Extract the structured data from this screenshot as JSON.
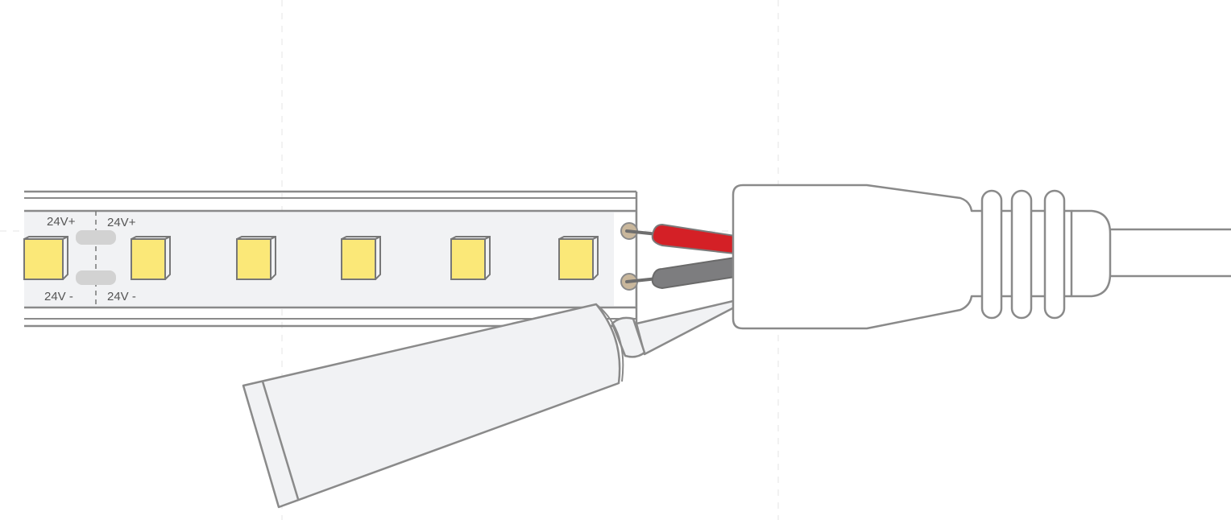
{
  "labels": {
    "left_plus": "24V+",
    "right_plus": "24V+",
    "left_minus": "24V -",
    "right_minus": "24V -"
  },
  "colors": {
    "outline": "#8a8a8a",
    "strip_fill": "#f1f2f4",
    "led_fill": "#fbe878",
    "led_outline": "#777777",
    "wire_positive": "#d42026",
    "wire_negative": "#7d7d7f",
    "pad": "#d2d2d2",
    "copper": "#c9b79c",
    "guide": "#e4e4e4"
  },
  "icons": [
    "led-chip-icon",
    "wire-terminal-icon",
    "end-cap-connector-icon",
    "silicone-tube-icon"
  ]
}
